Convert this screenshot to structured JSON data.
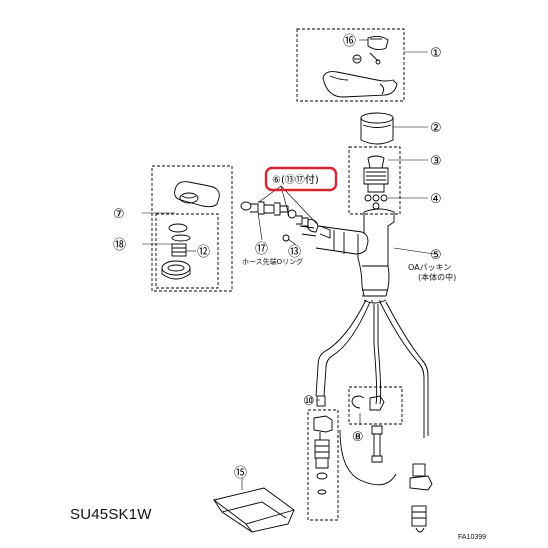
{
  "model_code": "SU45SK1W",
  "figure_code": "FA10399",
  "highlight_color": "#d9232e",
  "highlight_label": "⑥(⑬⑰付)",
  "notes": {
    "hose_o_ring": "ホース先端Oリング",
    "oa_packing": "OAパッキン",
    "oa_packing_location": "(本体の中)"
  },
  "parts": [
    {
      "num": "①"
    },
    {
      "num": "②"
    },
    {
      "num": "③"
    },
    {
      "num": "④"
    },
    {
      "num": "⑤"
    },
    {
      "num": "⑥"
    },
    {
      "num": "⑦"
    },
    {
      "num": "⑧"
    },
    {
      "num": "⑩"
    },
    {
      "num": "⑫"
    },
    {
      "num": "⑬"
    },
    {
      "num": "⑮"
    },
    {
      "num": "⑯"
    },
    {
      "num": "⑰"
    },
    {
      "num": "⑱"
    }
  ]
}
